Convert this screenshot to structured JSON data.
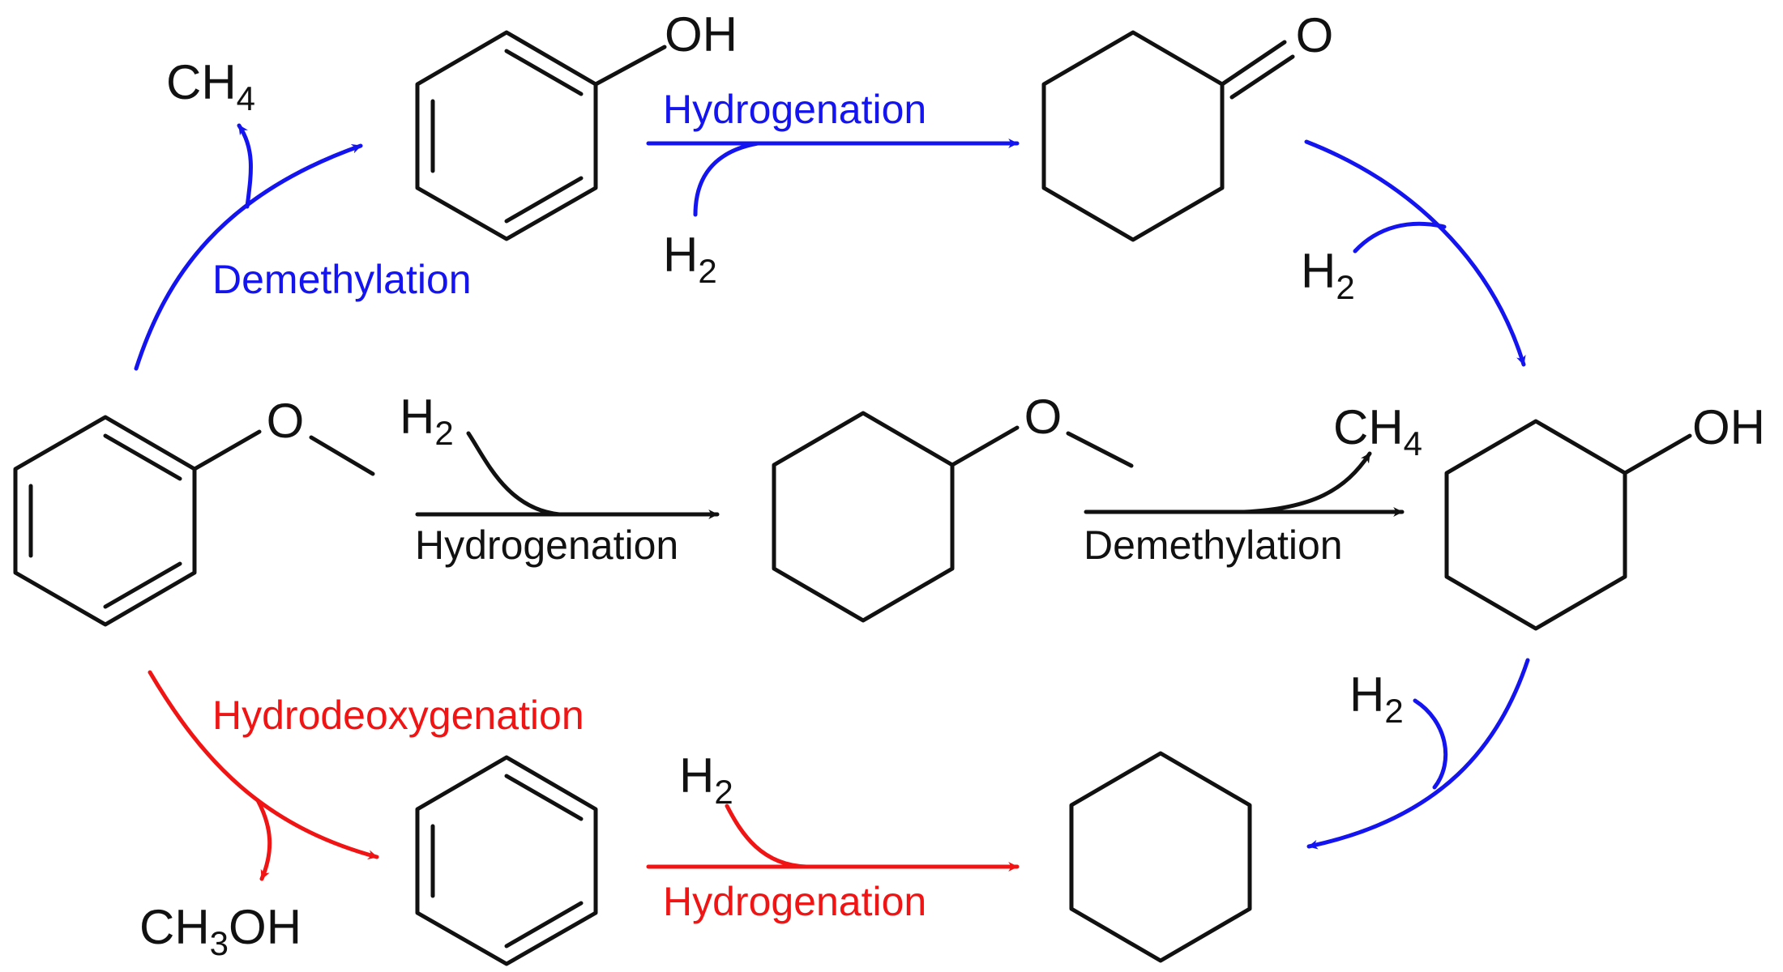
{
  "colors": {
    "blue": "#1414f0",
    "red": "#f01414",
    "black": "#111111"
  },
  "atoms": {
    "anisole_o": "O",
    "phenol_oh": "OH",
    "cyclohexanone_o": "O",
    "methoxycyclohexane_o": "O",
    "cyclohexanol_oh": "OH"
  },
  "reagents": {
    "ch4_top": {
      "main": "CH",
      "sub": "4"
    },
    "h2_top": {
      "main": "H",
      "sub": "2"
    },
    "h2_right_top": {
      "main": "H",
      "sub": "2"
    },
    "h2_middle": {
      "main": "H",
      "sub": "2"
    },
    "ch4_middle": {
      "main": "CH",
      "sub": "4"
    },
    "h2_right_bottom": {
      "main": "H",
      "sub": "2"
    },
    "h2_bottom": {
      "main": "H",
      "sub": "2"
    },
    "ch3oh": {
      "pre": "CH",
      "sub": "3",
      "post": "OH"
    }
  },
  "labels": {
    "demethylation_blue": "Demethylation",
    "hydrogenation_blue": "Hydrogenation",
    "hydrogenation_black": "Hydrogenation",
    "demethylation_black": "Demethylation",
    "hydrodeoxygenation_red": "Hydrodeoxygenation",
    "hydrogenation_red": "Hydrogenation"
  }
}
